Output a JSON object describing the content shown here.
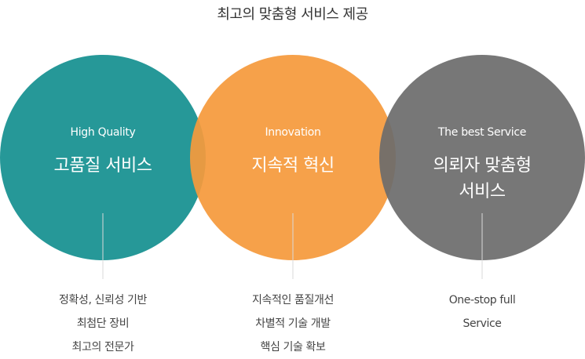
{
  "title": "최고의 맞춤형 서비스 제공",
  "colors": {
    "teal": "#1f9595",
    "orange": "#f59a3c",
    "gray": "#6b6b6b",
    "line": "#cccccc"
  },
  "circles": [
    {
      "subtitle": "High Quality",
      "heading": "고품질 서비스",
      "heading_line2": "",
      "description": [
        "정확성, 신뢰성 기반",
        "최첨단 장비",
        "최고의 전문가"
      ]
    },
    {
      "subtitle": "Innovation",
      "heading": "지속적 혁신",
      "heading_line2": "",
      "description": [
        "지속적인 품질개선",
        "차별적 기술 개발",
        "핵심 기술 확보"
      ]
    },
    {
      "subtitle": "The best Service",
      "heading": "의뢰자 맞춤형",
      "heading_line2": "서비스",
      "description": [
        "One-stop full",
        "Service",
        ""
      ]
    }
  ]
}
